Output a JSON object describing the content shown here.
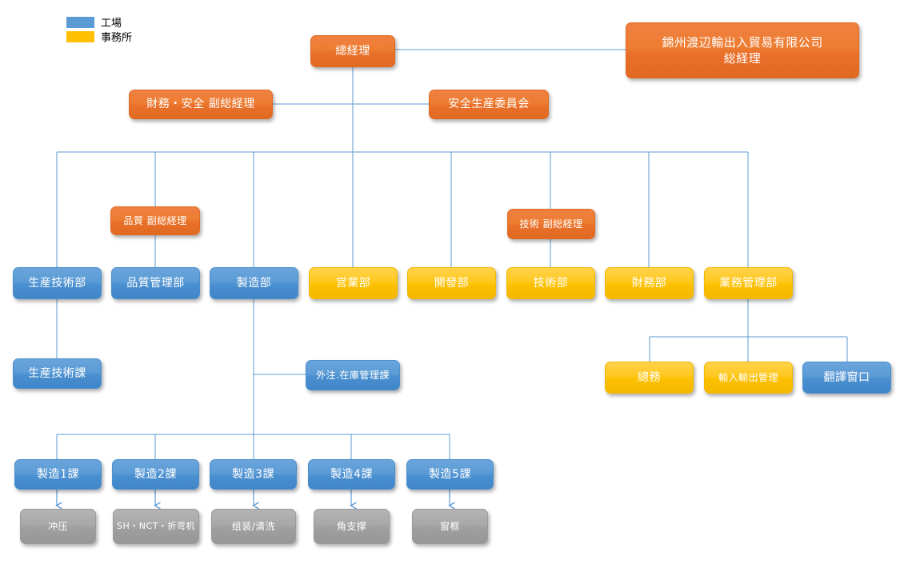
{
  "legend": {
    "items": [
      {
        "label": "工場",
        "color": "#5b9bd5"
      },
      {
        "label": "事務所",
        "color": "#ffc000"
      }
    ]
  },
  "palette": {
    "factory_blue": "#5b9bd5",
    "office_yellow": "#ffc000",
    "management_orange": "#ed7d31",
    "process_gray": "#a6a6a6",
    "connector_line": "#5b9bd5"
  },
  "nodes": {
    "general_manager": "總経理",
    "parent_company": "錦州渡辺輸出入貿易有限公司\n総経理",
    "parent_company_line1": "錦州渡辺輸出入貿易有限公司",
    "parent_company_line2": "総経理",
    "finance_safety_deputy": "財務・安全 副総経理",
    "safety_production_committee": "安全生産委員会",
    "quality_deputy": "品質 副総経理",
    "tech_deputy": "技術 副総経理",
    "dept_production_tech": "生産技術部",
    "dept_quality_control": "品質管理部",
    "dept_manufacturing": "製造部",
    "dept_sales": "営業部",
    "dept_development": "開發部",
    "dept_technology": "技術部",
    "dept_finance": "財務部",
    "dept_business_admin": "業務管理部",
    "sec_production_tech": "生産技術課",
    "sec_outsourcing_inventory": "外注.在庫管理課",
    "sec_general_affairs": "總務",
    "sec_import_export": "輸入輸出管理",
    "sec_translation_window": "翻譯窗口",
    "mfg_1": "製造1課",
    "mfg_2": "製造2課",
    "mfg_3": "製造3課",
    "mfg_4": "製造4課",
    "mfg_5": "製造5課",
    "proc_1": "冲压",
    "proc_2": "SH・NCT・折弯机",
    "proc_3": "组装/清洗",
    "proc_4": "角支撑",
    "proc_5": "窗框"
  }
}
